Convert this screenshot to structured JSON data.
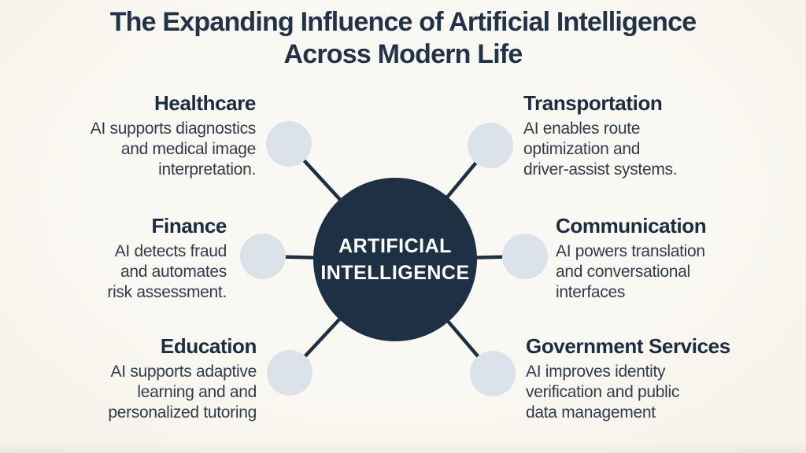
{
  "title": {
    "line1": "The Expanding Influence of Artificial Intelligence",
    "line2": "Across Modern Life"
  },
  "hub": {
    "line1": "ARTIFICIAL",
    "line2": "INTELLIGENCE"
  },
  "colors": {
    "background": "#f8f5ee",
    "hub_fill": "#1d3044",
    "connector": "#1e3144",
    "node_fill": "#dbe2e9",
    "heading_text": "#1c2c40",
    "body_text": "#2f3c4b",
    "hub_text": "#ffffff"
  },
  "sections": [
    {
      "id": "healthcare",
      "title": "Healthcare",
      "lines": [
        "AI supports diagnostics",
        "and medical image",
        "interpretation."
      ]
    },
    {
      "id": "finance",
      "title": "Finance",
      "lines": [
        "AI detects fraud",
        "and automates",
        "risk assessment."
      ]
    },
    {
      "id": "education",
      "title": "Education",
      "lines": [
        "AI supports adaptive",
        "learning and and",
        "personalized tutoring"
      ]
    },
    {
      "id": "transportation",
      "title": "Transportation",
      "lines": [
        "AI enables route",
        "optimization and",
        "driver-assist systems."
      ]
    },
    {
      "id": "communication",
      "title": "Communication",
      "lines": [
        "AI powers translation",
        "and conversational",
        "interfaces"
      ]
    },
    {
      "id": "government-services",
      "title": "Government Services",
      "lines": [
        "AI improves identity",
        "verification and public",
        "data management"
      ]
    }
  ]
}
